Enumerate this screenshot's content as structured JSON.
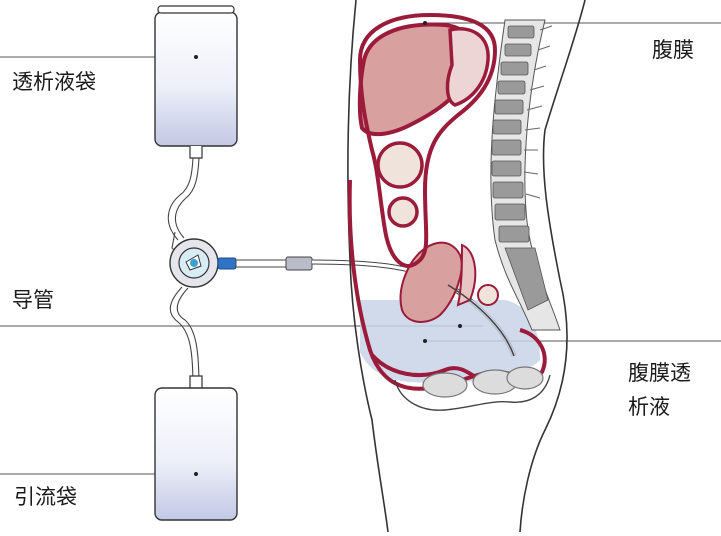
{
  "labels": {
    "dialysate_bag": "透析液袋",
    "catheter": "导管",
    "drain_bag": "引流袋",
    "peritoneum": "腹膜",
    "pd_fluid_line1": "腹膜透",
    "pd_fluid_line2": "析液"
  },
  "colors": {
    "peritoneum_red": "#9b1b3a",
    "organ_pink": "#d9a0a0",
    "fluid_blue": "#c9d3e8",
    "spine_gray": "#9a9a9a",
    "bag_gradient_top": "#ffffff",
    "bag_gradient_bottom": "#c6cbe6",
    "connector_blue": "#3b7fc6"
  }
}
